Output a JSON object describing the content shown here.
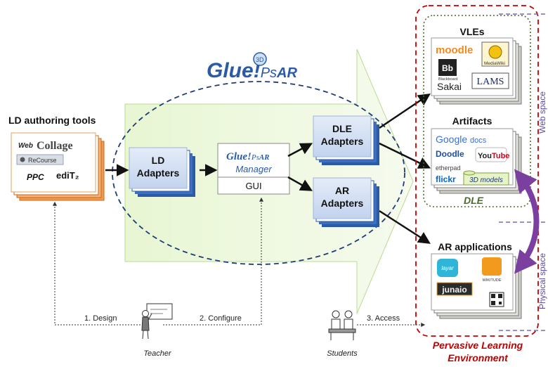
{
  "title": {
    "brand": "Glue!PsAR",
    "brand_main": "Glue",
    "brand_mark": "!",
    "brand_sub": "Ps",
    "brand_ar": "AR"
  },
  "ld_tools": {
    "heading": "LD authoring tools",
    "logos": {
      "webcollage_web": "Web",
      "webcollage_collage": "Collage",
      "recourse": "ReCourse",
      "ppc": "PPC",
      "edit2": "ediT₂"
    }
  },
  "ld_adapters": {
    "line1": "LD",
    "line2": "Adapters"
  },
  "manager": {
    "brand_main": "Glue",
    "brand_mark": "!",
    "brand_sub": "Ps",
    "brand_ar": "AR",
    "label": "Manager",
    "gui": "GUI"
  },
  "dle_adapters": {
    "line1": "DLE",
    "line2": "Adapters"
  },
  "ar_adapters": {
    "line1": "AR",
    "line2": "Adapters"
  },
  "vles": {
    "heading": "VLEs",
    "logos": {
      "moodle": "moodle",
      "mediawiki": "MediaWiki",
      "blackboard": "Bb",
      "blackboard_sub": "Blackboard",
      "sakai": "Sakai",
      "lams": "LAMS"
    }
  },
  "artifacts": {
    "heading": "Artifacts",
    "logos": {
      "google": "Google",
      "docs": "docs",
      "doodle": "Doodle",
      "youtube_you": "You",
      "youtube_tube": "Tube",
      "etherpad": "etherpad",
      "flickr": "flickr",
      "models": "3D models"
    }
  },
  "dle_label": "DLE",
  "ar_apps": {
    "heading": "AR applications",
    "logos": {
      "layar": "layar",
      "junaio": "junaio",
      "wikitude": "WIKITUDE"
    }
  },
  "env_label": {
    "line1": "Pervasive Learning",
    "line2": "Environment"
  },
  "side_labels": {
    "web": "Web space",
    "physical": "Physical space"
  },
  "flows": {
    "design": "1. Design",
    "configure": "2. Configure",
    "access": "3. Access"
  },
  "actors": {
    "teacher": "Teacher",
    "students": "Students"
  },
  "colors": {
    "accent_blue": "#2a5aa8",
    "red_dash": "#c00000",
    "green_arrow": "#e6f5cf",
    "purple": "#7b3fa0"
  }
}
